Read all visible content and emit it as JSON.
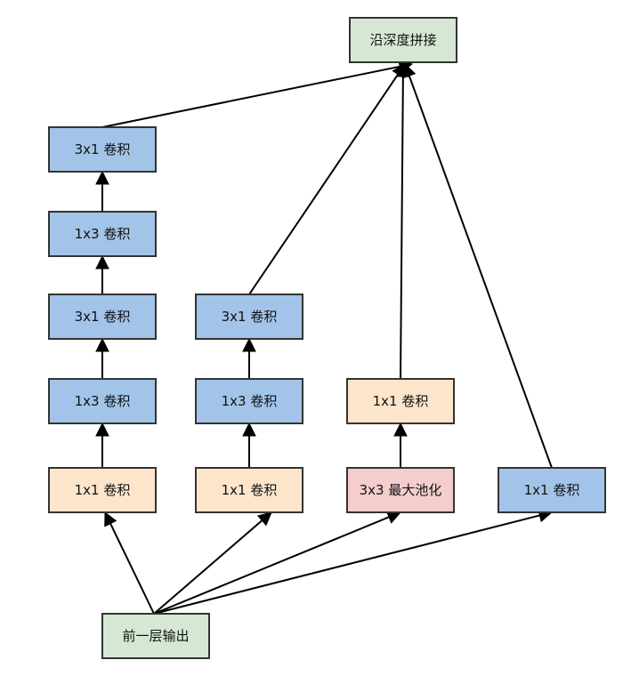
{
  "diagram": {
    "title": "Inception module with factorized convolutions",
    "colors": {
      "blue": "#a2c4e8",
      "orange": "#fde5cc",
      "pink": "#f5cdcd",
      "green": "#d6e8d4",
      "border": "#333333",
      "edge": "#000000"
    },
    "nodes": [
      {
        "id": "concat",
        "label": "沿深度拼接",
        "color": "green"
      },
      {
        "id": "b1_3x1",
        "label": "3x1 卷积",
        "color": "blue"
      },
      {
        "id": "b1_1x3_top",
        "label": "1x3 卷积",
        "color": "blue"
      },
      {
        "id": "b1_3x1_mid",
        "label": "3x1 卷积",
        "color": "blue"
      },
      {
        "id": "b1_1x3_low",
        "label": "1x3 卷积",
        "color": "blue"
      },
      {
        "id": "b1_1x1",
        "label": "1x1 卷积",
        "color": "orange"
      },
      {
        "id": "b2_3x1",
        "label": "3x1 卷积",
        "color": "blue"
      },
      {
        "id": "b2_1x3",
        "label": "1x3 卷积",
        "color": "blue"
      },
      {
        "id": "b2_1x1",
        "label": "1x1 卷积",
        "color": "orange"
      },
      {
        "id": "b3_1x1",
        "label": "1x1 卷积",
        "color": "orange"
      },
      {
        "id": "b3_pool",
        "label": "3x3 最大池化",
        "color": "pink"
      },
      {
        "id": "b4_1x1",
        "label": "1x1 卷积",
        "color": "blue"
      },
      {
        "id": "input",
        "label": "前一层输出",
        "color": "green"
      }
    ],
    "edges": [
      {
        "from": "input",
        "to": "b1_1x1"
      },
      {
        "from": "input",
        "to": "b2_1x1"
      },
      {
        "from": "input",
        "to": "b3_pool"
      },
      {
        "from": "input",
        "to": "b4_1x1"
      },
      {
        "from": "b1_1x1",
        "to": "b1_1x3_low"
      },
      {
        "from": "b1_1x3_low",
        "to": "b1_3x1_mid"
      },
      {
        "from": "b1_3x1_mid",
        "to": "b1_1x3_top"
      },
      {
        "from": "b1_1x3_top",
        "to": "b1_3x1"
      },
      {
        "from": "b2_1x1",
        "to": "b2_1x3"
      },
      {
        "from": "b2_1x3",
        "to": "b2_3x1"
      },
      {
        "from": "b3_pool",
        "to": "b3_1x1"
      },
      {
        "from": "b1_3x1",
        "to": "concat"
      },
      {
        "from": "b2_3x1",
        "to": "concat"
      },
      {
        "from": "b3_1x1",
        "to": "concat"
      },
      {
        "from": "b4_1x1",
        "to": "concat"
      }
    ]
  }
}
